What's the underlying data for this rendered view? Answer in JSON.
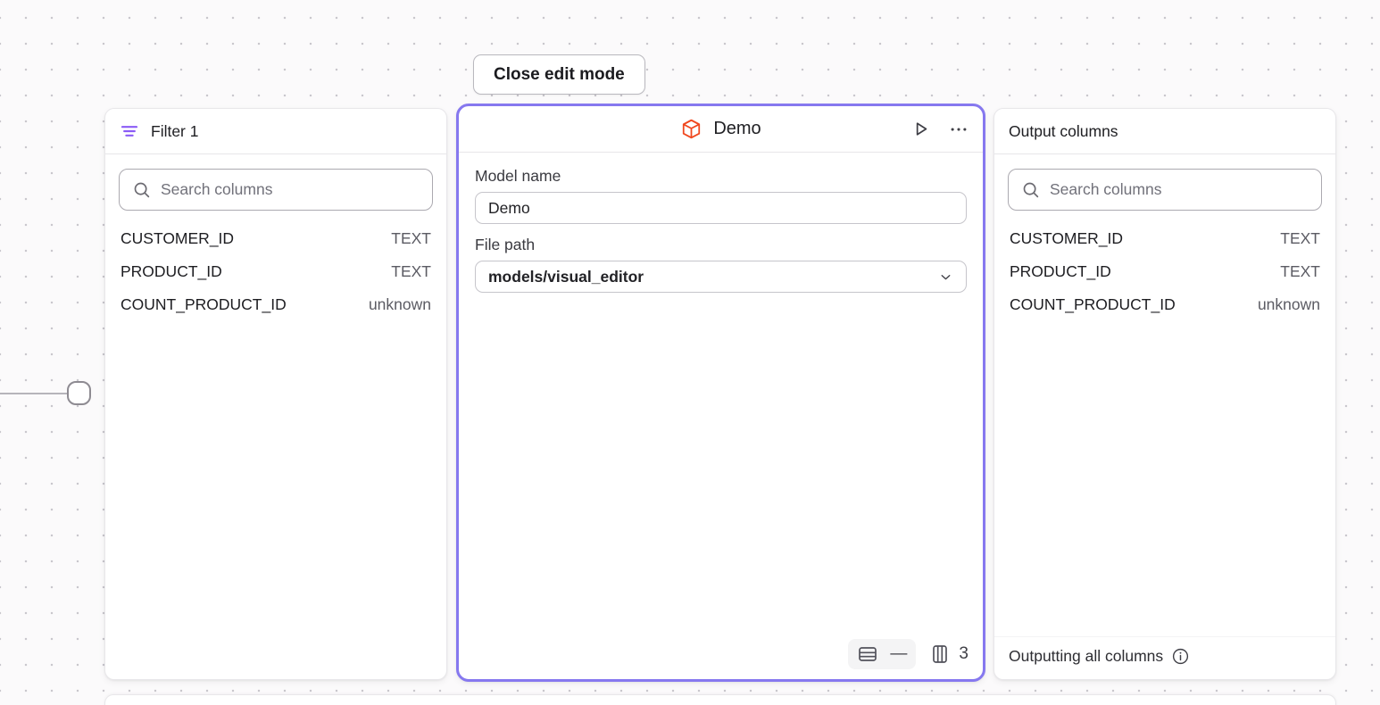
{
  "canvas": {
    "close_edit_mode_label": "Close edit mode"
  },
  "filter_panel": {
    "title": "Filter 1",
    "search_placeholder": "Search columns",
    "columns": [
      {
        "name": "CUSTOMER_ID",
        "type": "TEXT"
      },
      {
        "name": "PRODUCT_ID",
        "type": "TEXT"
      },
      {
        "name": "COUNT_PRODUCT_ID",
        "type": "unknown"
      }
    ]
  },
  "model_panel": {
    "title": "Demo",
    "model_name_label": "Model name",
    "model_name_value": "Demo",
    "file_path_label": "File path",
    "file_path_value": "models/visual_editor",
    "row_count": "—",
    "column_count": "3"
  },
  "output_panel": {
    "title": "Output columns",
    "search_placeholder": "Search columns",
    "columns": [
      {
        "name": "CUSTOMER_ID",
        "type": "TEXT"
      },
      {
        "name": "PRODUCT_ID",
        "type": "TEXT"
      },
      {
        "name": "COUNT_PRODUCT_ID",
        "type": "unknown"
      }
    ],
    "footer_text": "Outputting all columns"
  },
  "icons": {
    "filter": "filter-lines-icon",
    "model": "cube-icon",
    "run": "play-icon",
    "menu": "ellipsis-icon",
    "rows": "table-rows-icon",
    "columns": "table-columns-icon",
    "info": "info-circle-icon",
    "search": "search-icon",
    "chevron": "chevron-down-icon"
  },
  "colors": {
    "accent_purple": "#8b5cf6",
    "selection_border": "#8678ef",
    "model_icon_orange": "#f0481f",
    "canvas_dot": "#c9c7cd"
  }
}
